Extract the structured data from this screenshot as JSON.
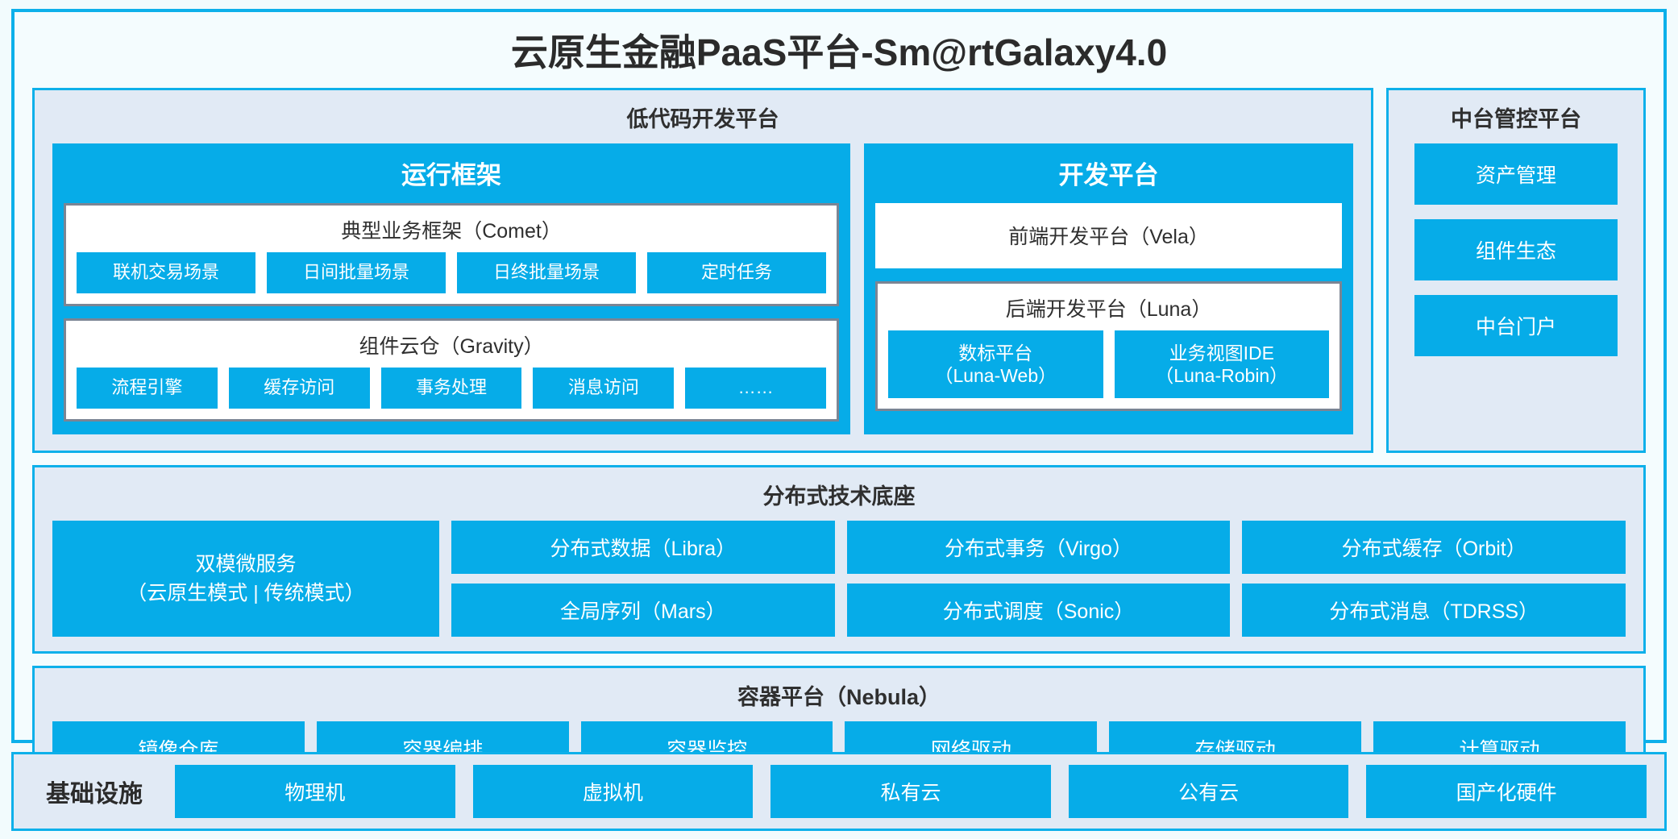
{
  "title": "云原生金融PaaS平台-Sm@rtGalaxy4.0",
  "colors": {
    "accent": "#06ace8",
    "border": "#0db0ea",
    "panel_bg": "#e1eaf5",
    "card_border": "#7b8594",
    "page_bg": "#f2fbfd"
  },
  "lowcode": {
    "title": "低代码开发平台",
    "runtime": {
      "title": "运行框架",
      "comet": {
        "title": "典型业务框架（Comet）",
        "items": [
          "联机交易场景",
          "日间批量场景",
          "日终批量场景",
          "定时任务"
        ]
      },
      "gravity": {
        "title": "组件云仓（Gravity）",
        "items": [
          "流程引擎",
          "缓存访问",
          "事务处理",
          "消息访问",
          "……"
        ]
      }
    },
    "devplatform": {
      "title": "开发平台",
      "vela": "前端开发平台（Vela）",
      "luna": {
        "title": "后端开发平台（Luna）",
        "items": [
          {
            "name": "数标平台",
            "code": "（Luna-Web）"
          },
          {
            "name": "业务视图IDE",
            "code": "（Luna-Robin）"
          }
        ]
      }
    }
  },
  "control_platform": {
    "title": "中台管控平台",
    "items": [
      "资产管理",
      "组件生态",
      "中台门户"
    ]
  },
  "tech_base": {
    "title": "分布式技术底座",
    "microservice": {
      "line1": "双模微服务",
      "line2": "（云原生模式 | 传统模式）"
    },
    "columns": [
      [
        "分布式数据（Libra）",
        "全局序列（Mars）"
      ],
      [
        "分布式事务（Virgo）",
        "分布式调度（Sonic）"
      ],
      [
        "分布式缓存（Orbit）",
        "分布式消息（TDRSS）"
      ]
    ]
  },
  "container_platform": {
    "title": "容器平台（Nebula）",
    "items": [
      "镜像仓库",
      "容器编排",
      "容器监控",
      "网络驱动",
      "存储驱动",
      "计算驱动"
    ]
  },
  "infrastructure": {
    "label": "基础设施",
    "items": [
      "物理机",
      "虚拟机",
      "私有云",
      "公有云",
      "国产化硬件"
    ]
  }
}
